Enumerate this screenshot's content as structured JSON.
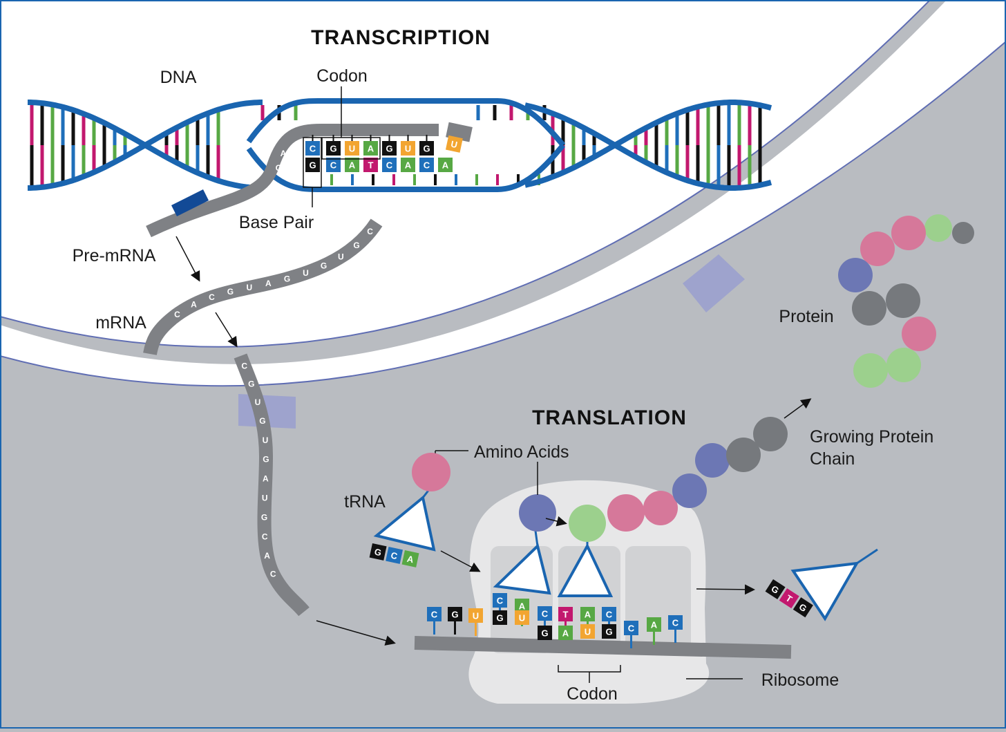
{
  "titles": {
    "transcription": "TRANSCRIPTION",
    "translation": "TRANSLATION"
  },
  "labels": {
    "dna": "DNA",
    "codon_top": "Codon",
    "base_pair": "Base Pair",
    "pre_mrna": "Pre-mRNA",
    "mrna": "mRNA",
    "protein": "Protein",
    "growing_chain_1": "Growing Protein",
    "growing_chain_2": "Chain",
    "amino_acids": "Amino Acids",
    "trna": "tRNA",
    "codon_bottom": "Codon",
    "ribosome": "Ribosome"
  },
  "colors": {
    "helix": "#1a65b0",
    "black": "#111111",
    "pink": "#c2186e",
    "green": "#57a844",
    "blue": "#1f6fba",
    "orange": "#f2a531",
    "strand": "#7f8185",
    "dark_blue": "#124a96",
    "pore": "#9ea3cd",
    "cytoplasm": "#b9bcc1",
    "amino_pink": "#d6789a",
    "amino_green": "#9cd08d",
    "amino_blue": "#6c77b4",
    "amino_gray": "#76797d"
  },
  "transcription": {
    "rna_top": [
      "C",
      "G",
      "U",
      "A",
      "G",
      "U",
      "G"
    ],
    "dna_bottom": [
      "G",
      "C",
      "A",
      "T",
      "C",
      "A",
      "C",
      "A"
    ],
    "free_u": "U",
    "rna_tail": [
      "A",
      "C"
    ]
  },
  "pre_mrna_letters": [
    "C",
    "A",
    "C",
    "G",
    "U",
    "A",
    "G",
    "U",
    "G",
    "U",
    "G",
    "C"
  ],
  "mrna_letters": [
    "C",
    "A",
    "C",
    "G",
    "U",
    "A",
    "G",
    "U",
    "G",
    "U",
    "G",
    "C"
  ],
  "exiting_mrna_letters": [
    "C",
    "A",
    "C",
    "G",
    "U",
    "A",
    "G",
    "U",
    "G",
    "U",
    "G",
    "C"
  ],
  "trna_free_anticodon": [
    "G",
    "C",
    "A"
  ],
  "trna_leaving_anticodon": [
    "G",
    "T",
    "G"
  ],
  "ribosome": {
    "row_top": [
      "C",
      "G",
      "U",
      "C",
      "A",
      "C",
      "T",
      "A",
      "C",
      "C",
      "A",
      "C"
    ],
    "row_bottom": [
      "G",
      "U",
      "G",
      "A",
      "U",
      "G"
    ]
  }
}
